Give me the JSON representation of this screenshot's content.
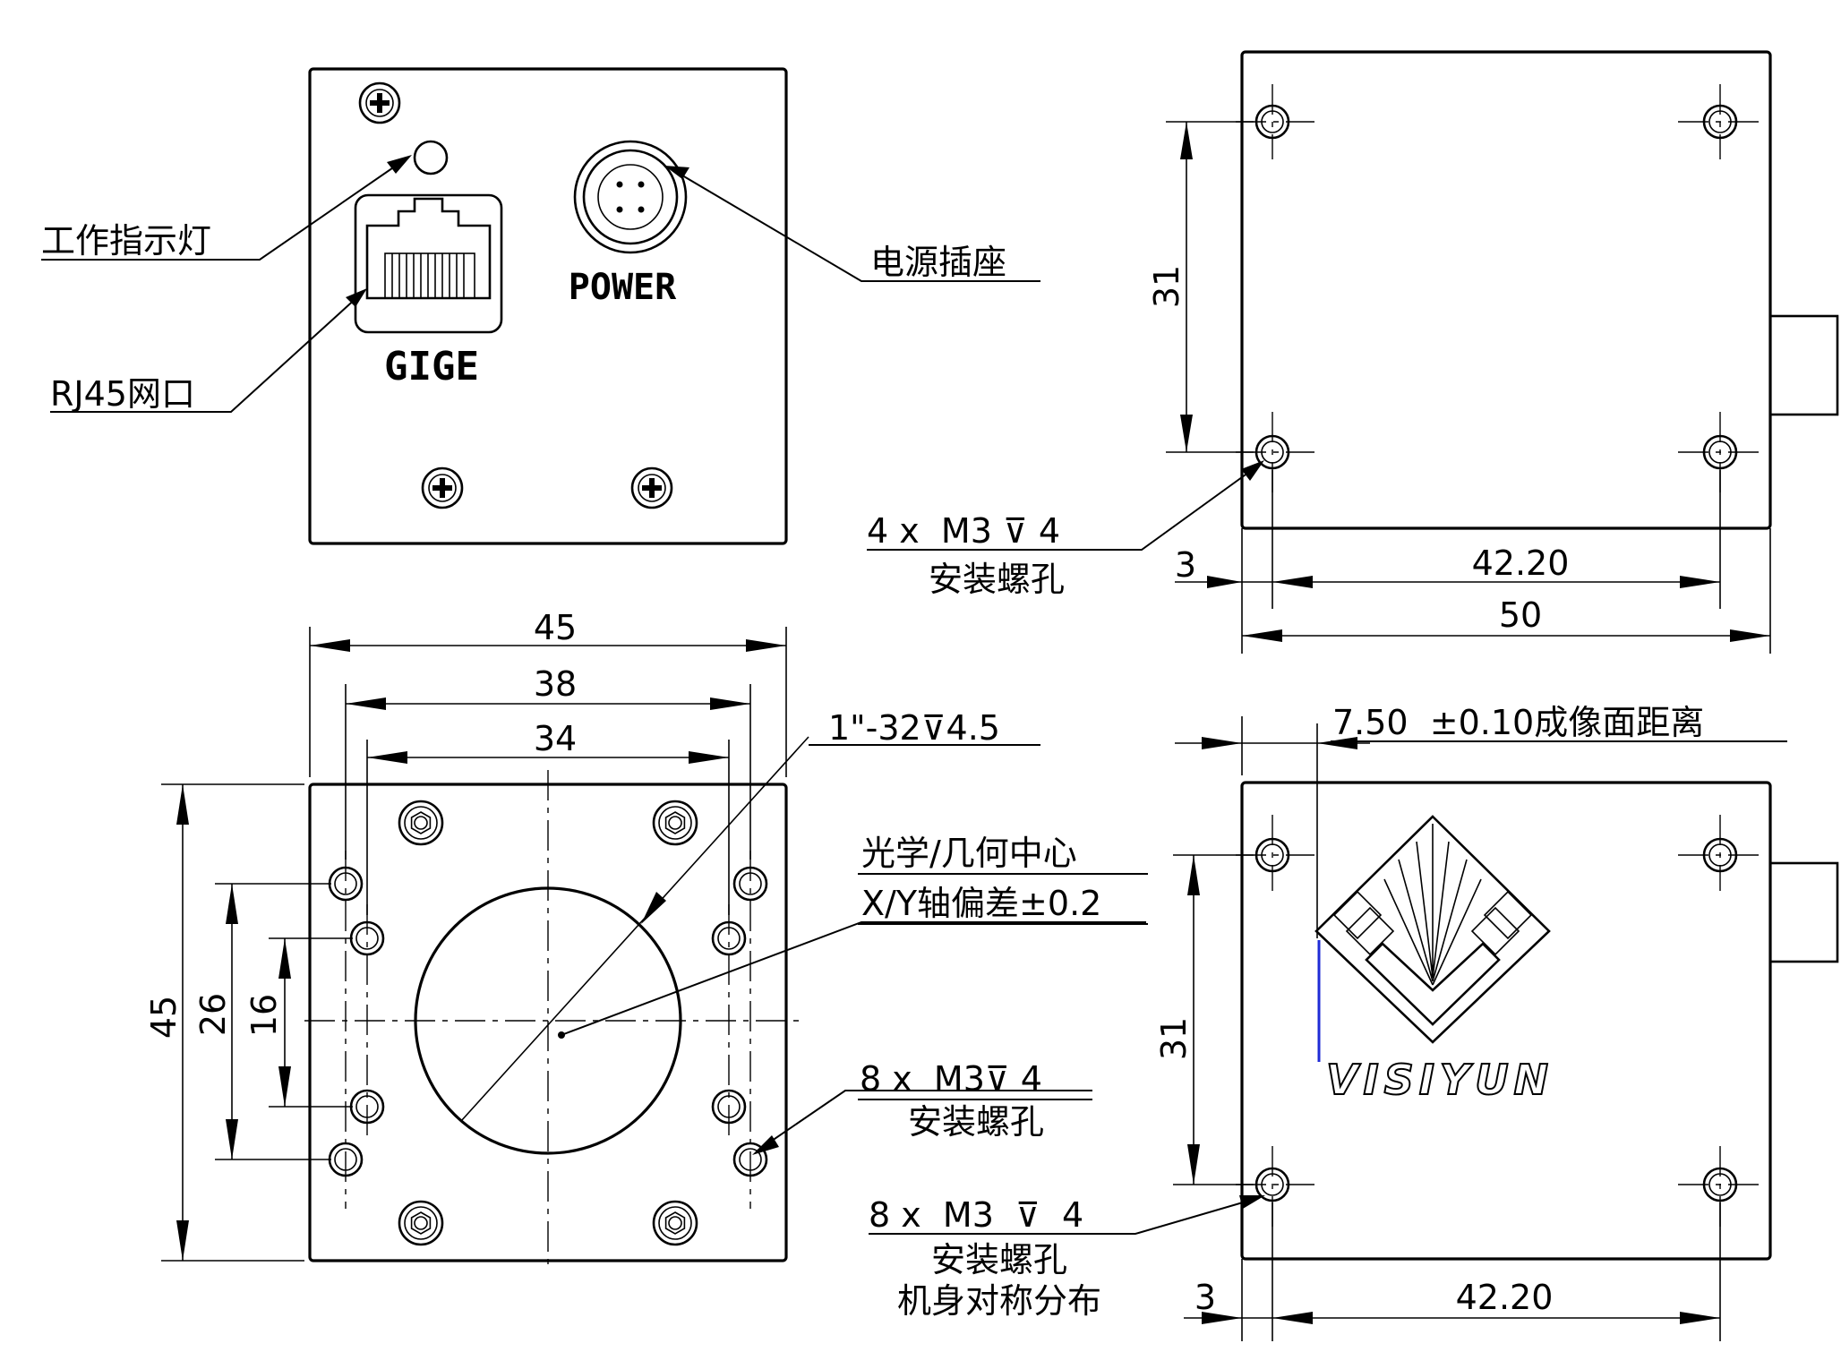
{
  "front_view": {
    "labels": {
      "gige": "GIGE",
      "power": "POWER"
    },
    "callouts": {
      "status_led": "工作指示灯",
      "rj45_port": "RJ45网口",
      "power_socket": "电源插座"
    }
  },
  "side_view_top": {
    "dimensions": {
      "hole_spacing_vertical": "31",
      "hole_offset": "3",
      "hole_spacing_horizontal": "42.20",
      "body_length": "50"
    },
    "callouts": {
      "mount_holes_spec": "4 x  M3 ⊽ 4",
      "mount_holes_desc": "安装螺孔"
    }
  },
  "bottom_view": {
    "dimensions": {
      "width_overall": "45",
      "hole_spacing_38": "38",
      "hole_spacing_34": "34",
      "height_overall": "45",
      "hole_spacing_26": "26",
      "hole_spacing_16": "16"
    },
    "callouts": {
      "lens_thread": "1\"-32⊽4.5",
      "optical_center_line1": "光学/几何中心",
      "optical_center_line2": "X/Y轴偏差±0.2",
      "mount_holes_spec": "8 x  M3⊽ 4",
      "mount_holes_desc": "安装螺孔"
    }
  },
  "side_view_bottom": {
    "dimensions": {
      "hole_spacing_vertical": "31",
      "hole_offset": "3",
      "hole_spacing_horizontal": "42.20"
    },
    "callouts": {
      "image_plane_distance": "7.50  ±0.10成像面距离",
      "mount_holes_spec": "8 x  M3  ⊽  4",
      "mount_holes_desc": "安装螺孔",
      "mount_holes_note": "机身对称分布"
    },
    "brand": "VISIYUN",
    "colors": {
      "image_plane_marker": "#1f2bd6"
    }
  }
}
